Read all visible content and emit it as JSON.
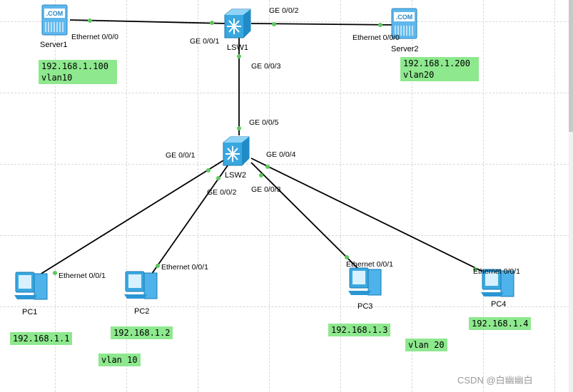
{
  "devices": {
    "server1": {
      "name": "Server1"
    },
    "server2": {
      "name": "Server2"
    },
    "lsw1": {
      "name": "LSW1"
    },
    "lsw2": {
      "name": "LSW2"
    },
    "pc1": {
      "name": "PC1"
    },
    "pc2": {
      "name": "PC2"
    },
    "pc3": {
      "name": "PC3"
    },
    "pc4": {
      "name": "PC4"
    },
    "server_badge": ".COM"
  },
  "ports": {
    "server1_eth": "Ethernet 0/0/0",
    "lsw1_ge1": "GE 0/0/1",
    "lsw1_ge2": "GE 0/0/2",
    "server2_eth": "Ethernet 0/0/0",
    "lsw1_ge3": "GE 0/0/3",
    "lsw2_ge5": "GE 0/0/5",
    "lsw2_ge1": "GE 0/0/1",
    "lsw2_ge4": "GE 0/0/4",
    "lsw2_ge2": "GE 0/0/2",
    "lsw2_ge3": "GE 0/0/3",
    "pc1_eth": "Ethernet 0/0/1",
    "pc2_eth": "Ethernet 0/0/1",
    "pc3_eth": "Ethernet 0/0/1",
    "pc4_eth": "Ethernet 0/0/1"
  },
  "notes": {
    "server1": "192.168.1.100\nvlan10",
    "server2": "192.168.1.200\nvlan20",
    "pc1": "192.168.1.1",
    "pc2": "192.168.1.2",
    "pc3": "192.168.1.3",
    "pc4": "192.168.1.4",
    "vlan10": "vlan 10",
    "vlan20": "vlan 20"
  },
  "watermark": "CSDN @白幽幽白",
  "colors": {
    "link": "#000000",
    "port_dot": "#5cc85c",
    "note_bg": "#8ee88e",
    "device_blue": "#3aa8e0"
  }
}
